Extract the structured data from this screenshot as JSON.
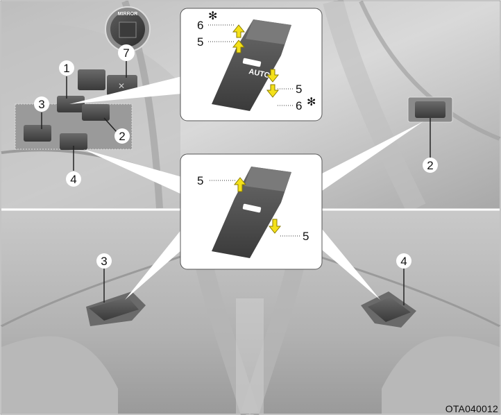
{
  "figure": {
    "switch_labels": {
      "mirror": "MIRROR",
      "auto": "AUTO"
    },
    "callouts": {
      "c1": "1",
      "c2a": "2",
      "c2b": "2",
      "c3a": "3",
      "c3b": "3",
      "c4a": "4",
      "c4b": "4",
      "c5a": "5",
      "c5b": "5",
      "c5c": "5",
      "c5d": "5",
      "c6a": "6",
      "c6b": "6",
      "c7": "7",
      "star_a": "✻",
      "star_b": "✻"
    },
    "image_code": "OTA040012",
    "colors": {
      "panel_light": "#cfcfcf",
      "panel_mid": "#a9a9a9",
      "panel_dark": "#7d7d7d",
      "switch_dark": "#4a4a4a",
      "arrow_yellow": "#f4e11a",
      "arrow_outline": "#8a7a00",
      "callout_box": "#ffffff"
    }
  }
}
